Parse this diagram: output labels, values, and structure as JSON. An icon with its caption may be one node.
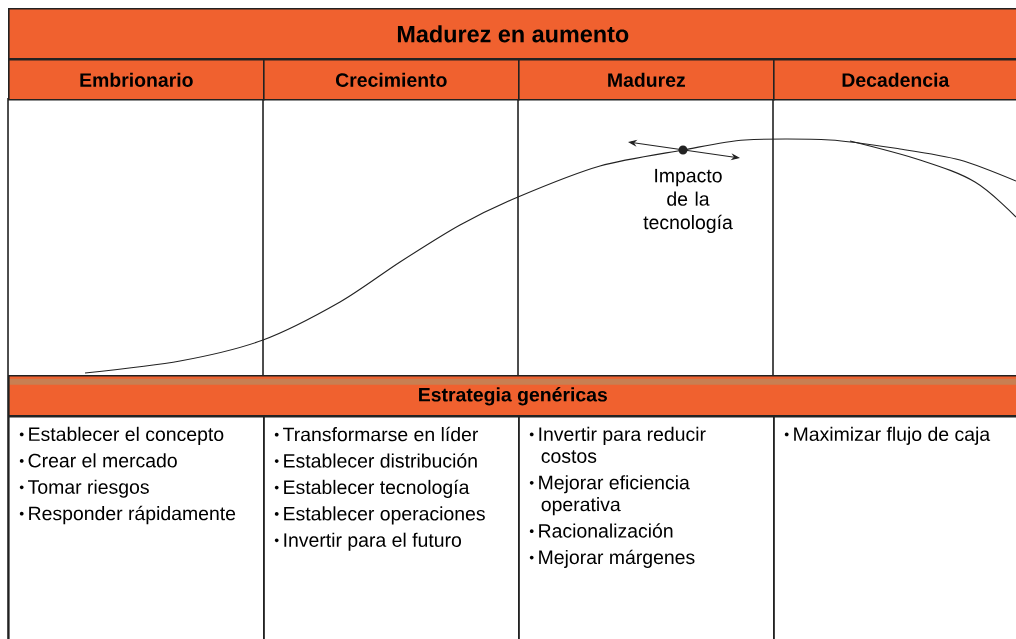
{
  "diagram": {
    "title": "Madurez en aumento",
    "nodes": [
      {
        "text": [
          "Embrionario"
        ]
      },
      {
        "text": [
          "Crecimiento"
        ]
      },
      {
        "text": [
          "Madurez"
        ]
      },
      {
        "text": [
          "Decadencia"
        ]
      },
      {
        "text": [
          "Estrategia genéricas"
        ]
      },
      {
        "text": [
          "Establecer el concepto",
          "Crear el mercado",
          "Tomar riesgos",
          "Responder rápidamente"
        ]
      },
      {
        "text": [
          "Transformarse en líder",
          "Establecer distribución",
          "Establecer tecnología",
          "Establecer operaciones",
          "Invertir para el futuro"
        ]
      },
      {
        "text": [
          "Invertir para reducir costos",
          "Mejorar eficiencia operativa",
          "Racionalización",
          "Mejorar márgenes"
        ]
      },
      {
        "text": [
          "Maximizar flujo de caja"
        ]
      }
    ],
    "labels": [
      "Impacto de la tecnología"
    ]
  }
}
